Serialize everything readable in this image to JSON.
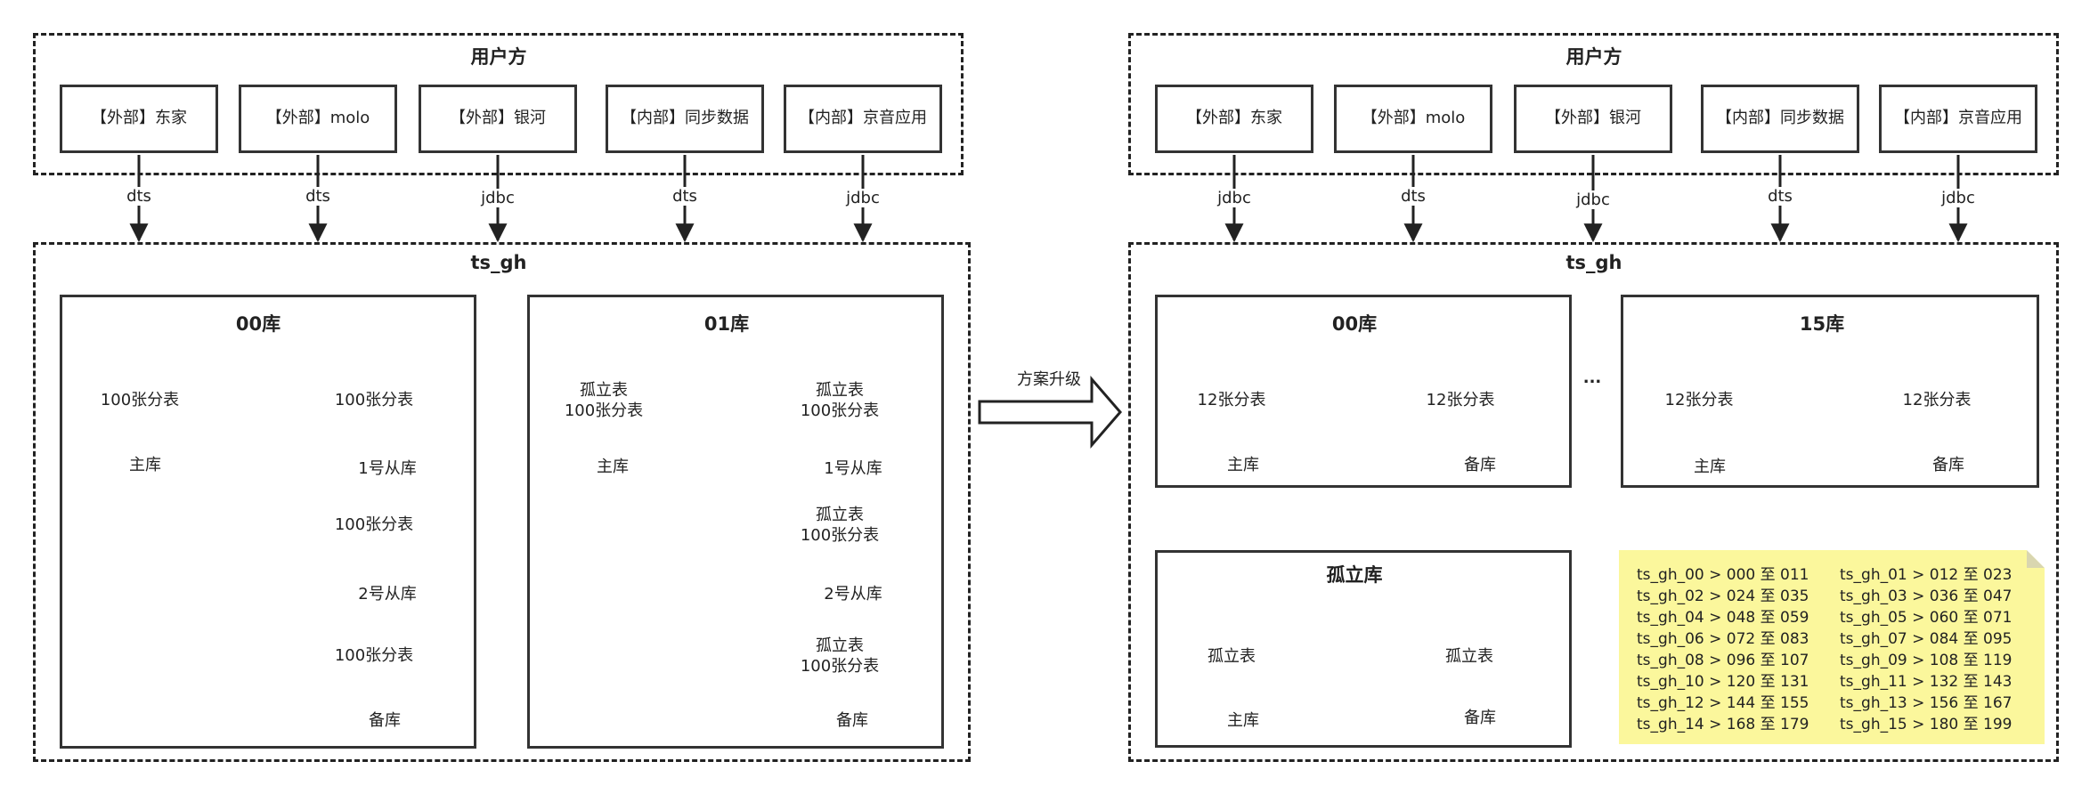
{
  "left": {
    "client_group_title": "用户方",
    "clients": [
      {
        "label": "【外部】东家",
        "protocol": "dts"
      },
      {
        "label": "【外部】molo",
        "protocol": "dts"
      },
      {
        "label": "【外部】银河",
        "protocol": "jdbc"
      },
      {
        "label": "【内部】同步数据",
        "protocol": "dts"
      },
      {
        "label": "【内部】京音应用",
        "protocol": "jdbc"
      }
    ],
    "cluster_title": "ts_gh",
    "db00": {
      "title": "00库",
      "master_text": "100张分表",
      "master_label": "主库",
      "slave1_text": "100张分表",
      "slave1_label": "1号从库",
      "slave2_text": "100张分表",
      "slave2_label": "2号从库",
      "backup_text": "100张分表",
      "backup_label": "备库"
    },
    "db01": {
      "title": "01库",
      "master_text_1": "孤立表",
      "master_text_2": "100张分表",
      "master_label": "主库",
      "slave1_text_1": "孤立表",
      "slave1_text_2": "100张分表",
      "slave1_label": "1号从库",
      "slave2_text_1": "孤立表",
      "slave2_text_2": "100张分表",
      "slave2_label": "2号从库",
      "backup_text_1": "孤立表",
      "backup_text_2": "100张分表",
      "backup_label": "备库"
    }
  },
  "upgrade_arrow_label": "方案升级",
  "right": {
    "client_group_title": "用户方",
    "clients": [
      {
        "label": "【外部】东家",
        "protocol": "jdbc"
      },
      {
        "label": "【外部】molo",
        "protocol": "dts"
      },
      {
        "label": "【外部】银河",
        "protocol": "jdbc"
      },
      {
        "label": "【内部】同步数据",
        "protocol": "dts"
      },
      {
        "label": "【内部】京音应用",
        "protocol": "jdbc"
      }
    ],
    "cluster_title": "ts_gh",
    "db00": {
      "title": "00库",
      "master_text": "12张分表",
      "master_label": "主库",
      "backup_text": "12张分表",
      "backup_label": "备库"
    },
    "ellipsis": "...",
    "db15": {
      "title": "15库",
      "master_text": "12张分表",
      "master_label": "主库",
      "backup_text": "12张分表",
      "backup_label": "备库"
    },
    "isolated": {
      "title": "孤立库",
      "master_text": "孤立表",
      "master_label": "主库",
      "backup_text": "孤立表",
      "backup_label": "备库"
    },
    "mapping_note": {
      "left_col": [
        "ts_gh_00 > 000 至 011",
        "ts_gh_02 > 024 至 035",
        "ts_gh_04 > 048 至 059",
        "ts_gh_06 > 072 至 083",
        "ts_gh_08 > 096 至 107",
        "ts_gh_10 > 120 至 131",
        "ts_gh_12 > 144 至 155",
        "ts_gh_14 > 168 至 179"
      ],
      "right_col": [
        "ts_gh_01 > 012 至 023",
        "ts_gh_03 > 036 至 047",
        "ts_gh_05 > 060 至 071",
        "ts_gh_07 > 084 至 095",
        "ts_gh_09 > 108 至 119",
        "ts_gh_11 > 132 至 143",
        "ts_gh_13 > 156 至 167",
        "ts_gh_15 > 180 至 199"
      ]
    }
  }
}
